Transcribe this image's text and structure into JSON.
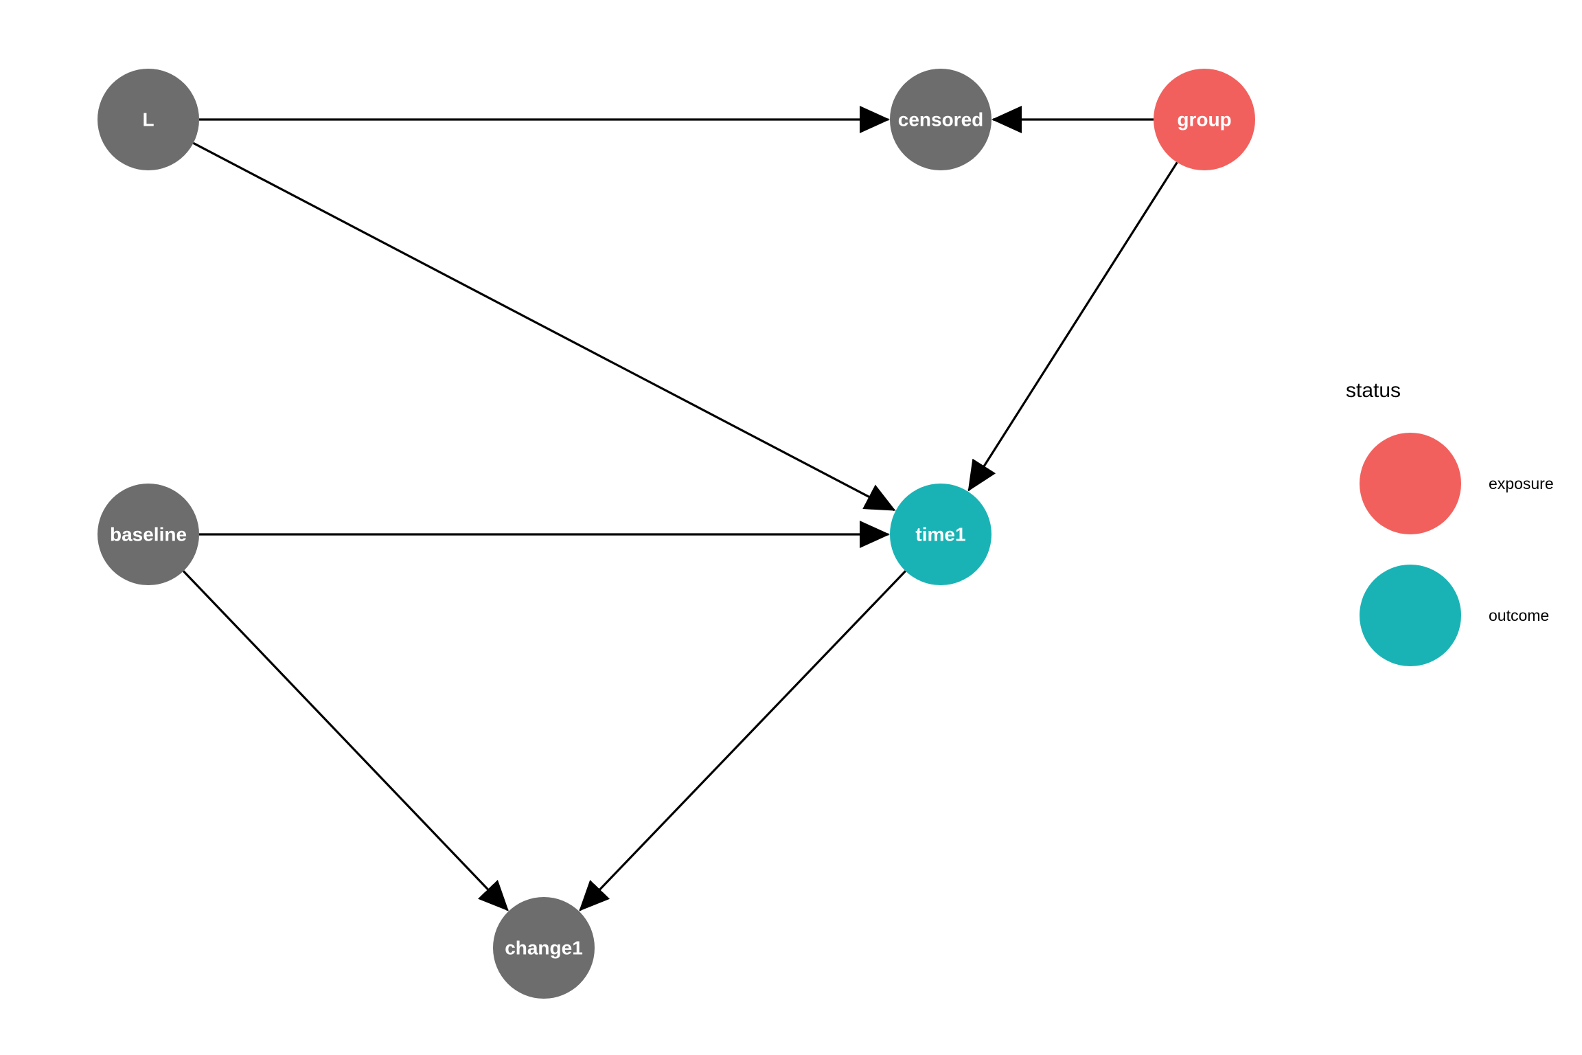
{
  "diagram": {
    "nodes": [
      {
        "id": "L",
        "label": "L",
        "status": ""
      },
      {
        "id": "censored",
        "label": "censored",
        "status": ""
      },
      {
        "id": "group",
        "label": "group",
        "status": "exposure"
      },
      {
        "id": "baseline",
        "label": "baseline",
        "status": ""
      },
      {
        "id": "time1",
        "label": "time1",
        "status": "outcome"
      },
      {
        "id": "change1",
        "label": "change1",
        "status": ""
      }
    ],
    "edges": [
      {
        "from": "L",
        "to": "censored"
      },
      {
        "from": "group",
        "to": "censored"
      },
      {
        "from": "L",
        "to": "time1"
      },
      {
        "from": "group",
        "to": "time1"
      },
      {
        "from": "baseline",
        "to": "time1"
      },
      {
        "from": "baseline",
        "to": "change1"
      },
      {
        "from": "time1",
        "to": "change1"
      }
    ],
    "colors": {
      "default": "#6d6d6d",
      "exposure": "#f2605d",
      "outcome": "#1ab3b5",
      "edge": "#000000",
      "node_text": "#ffffff"
    }
  },
  "legend": {
    "title": "status",
    "items": [
      {
        "label": "exposure",
        "color": "#f2605d"
      },
      {
        "label": "outcome",
        "color": "#1ab3b5"
      }
    ]
  }
}
